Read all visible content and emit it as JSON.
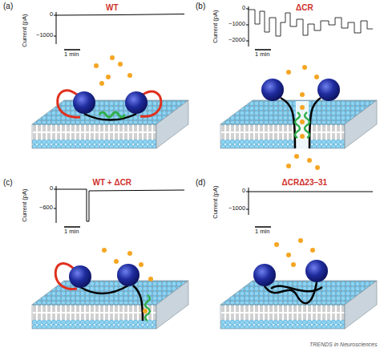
{
  "diagram": {
    "labels": [
      "(a)",
      "WT",
      "Current (pA)",
      "0",
      "−1000",
      "1 min",
      "(b)",
      "ΔCR",
      "Current (pA)",
      "0",
      "−1000",
      "−2000",
      "1 min",
      "(c)",
      "WT + ΔCR",
      "Current (pA)",
      "0",
      "−600",
      "1 min",
      "(d)",
      "ΔCRΔ23–31",
      "Current (pA)",
      "0",
      "−1000",
      "1 min",
      "TRENDS in Neurosciences"
    ]
  }
}
